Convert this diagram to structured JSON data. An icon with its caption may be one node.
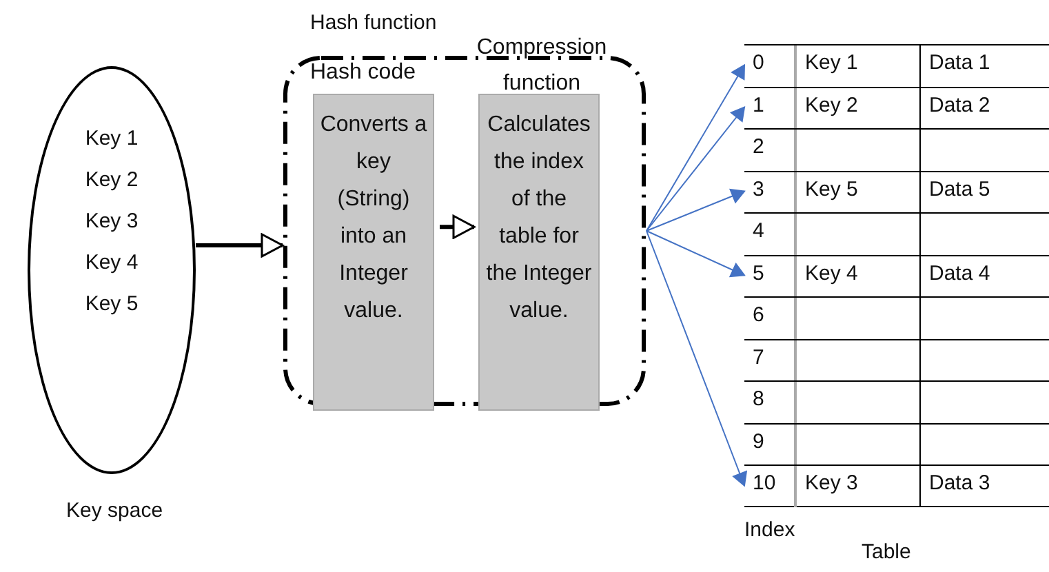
{
  "diagram": {
    "nodes": [
      {
        "text": [
          "Key 1",
          "Key 2",
          "Key 3",
          "Key 4",
          "Key 5"
        ],
        "beside": [
          "Key space"
        ]
      },
      {
        "text": [
          "Hash function"
        ]
      },
      {
        "text": [
          "Hash code",
          "Converts a key (String) into an Integer value."
        ],
        "in": 1
      },
      {
        "text": [
          "Compression function",
          "Calculates the index of the table for the Integer value."
        ],
        "in": 1
      },
      {
        "text": [
          "Table"
        ]
      },
      {
        "text": [
          "0",
          "Key 1",
          "Data 1"
        ],
        "in": 4
      },
      {
        "text": [
          "1",
          "Key 2",
          "Data 2"
        ],
        "in": 4
      },
      {
        "text": [
          "2"
        ],
        "in": 4
      },
      {
        "text": [
          "3",
          "Key 5",
          "Data 5"
        ],
        "in": 4
      },
      {
        "text": [
          "4"
        ],
        "in": 4
      },
      {
        "text": [
          "5",
          "Key 4",
          "Data 4"
        ],
        "in": 4
      },
      {
        "text": [
          "6"
        ],
        "in": 4
      },
      {
        "text": [
          "7"
        ],
        "in": 4
      },
      {
        "text": [
          "8"
        ],
        "in": 4
      },
      {
        "text": [
          "9"
        ],
        "in": 4
      },
      {
        "text": [
          "10",
          "Key 3",
          "Data 3"
        ],
        "in": 4
      }
    ],
    "edges": [
      {
        "from": 0,
        "to": 1,
        "arrow": "to",
        "style": "thick",
        "color": "#000000"
      },
      {
        "from": 2,
        "to": 3,
        "arrow": "to",
        "style": "thick",
        "color": "#000000"
      },
      {
        "from": 1,
        "to": 5,
        "arrow": "to",
        "color": "#4472c4"
      },
      {
        "from": 1,
        "to": 6,
        "arrow": "to",
        "color": "#4472c4"
      },
      {
        "from": 1,
        "to": 8,
        "arrow": "to",
        "color": "#4472c4"
      },
      {
        "from": 1,
        "to": 10,
        "arrow": "to",
        "color": "#4472c4"
      },
      {
        "from": 1,
        "to": 15,
        "arrow": "to",
        "color": "#4472c4"
      }
    ],
    "labels": [
      "Index"
    ]
  }
}
